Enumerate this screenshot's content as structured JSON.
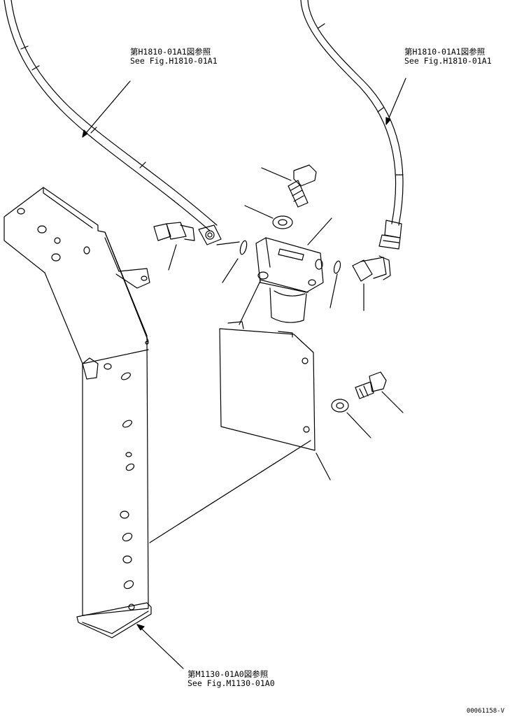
{
  "references": [
    {
      "id": "ref-top-left",
      "jp": "第H1810-01A1図参照",
      "en": "See Fig.H1810-01A1"
    },
    {
      "id": "ref-top-right",
      "jp": "第H1810-01A1図参照",
      "en": "See Fig.H1810-01A1"
    },
    {
      "id": "ref-bottom",
      "jp": "第M1130-01A0図参照",
      "en": "See Fig.M1130-01A0"
    }
  ],
  "figure_id": "00061158-V",
  "colors": {
    "ink": "#000000",
    "background": "#ffffff"
  }
}
